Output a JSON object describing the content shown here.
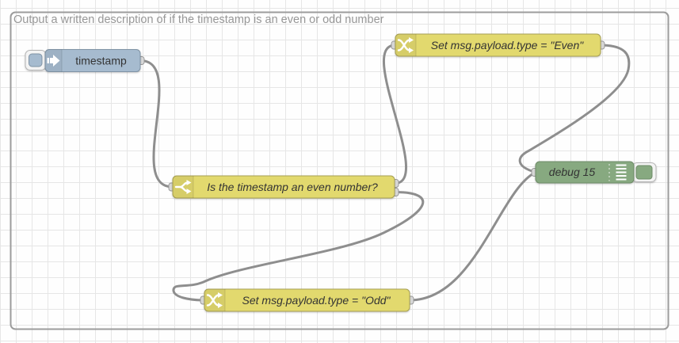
{
  "workspace": {
    "comment": "Output a written description of if the timestamp is an even or odd number"
  },
  "colors": {
    "inject_node": "#a6bbcf",
    "function_node": "#e2d96e",
    "debug_node": "#87a980",
    "port": "#d9d9d9",
    "wire": "#8e8e8e"
  },
  "nodes": {
    "inject": {
      "type": "inject",
      "label": "timestamp",
      "icon": "inject-arrow-icon"
    },
    "switch": {
      "type": "switch",
      "label": "Is the timestamp an even number?",
      "icon": "switch-fork-icon",
      "outputs": 2
    },
    "change_even": {
      "type": "change",
      "label": "Set msg.payload.type = \"Even\"",
      "icon": "change-shuffle-icon"
    },
    "change_odd": {
      "type": "change",
      "label": "Set msg.payload.type = \"Odd\"",
      "icon": "change-shuffle-icon"
    },
    "debug": {
      "type": "debug",
      "label": "debug 15",
      "icon": "debug-lines-icon"
    }
  },
  "wires": [
    {
      "from": "timestamp",
      "from_port": 1,
      "to": "Is the timestamp an even number?"
    },
    {
      "from": "Is the timestamp an even number?",
      "from_port": 1,
      "to": "Set msg.payload.type = \"Even\""
    },
    {
      "from": "Is the timestamp an even number?",
      "from_port": 2,
      "to": "Set msg.payload.type = \"Odd\""
    },
    {
      "from": "Set msg.payload.type = \"Even\"",
      "from_port": 1,
      "to": "debug 15"
    },
    {
      "from": "Set msg.payload.type = \"Odd\"",
      "from_port": 1,
      "to": "debug 15"
    }
  ]
}
